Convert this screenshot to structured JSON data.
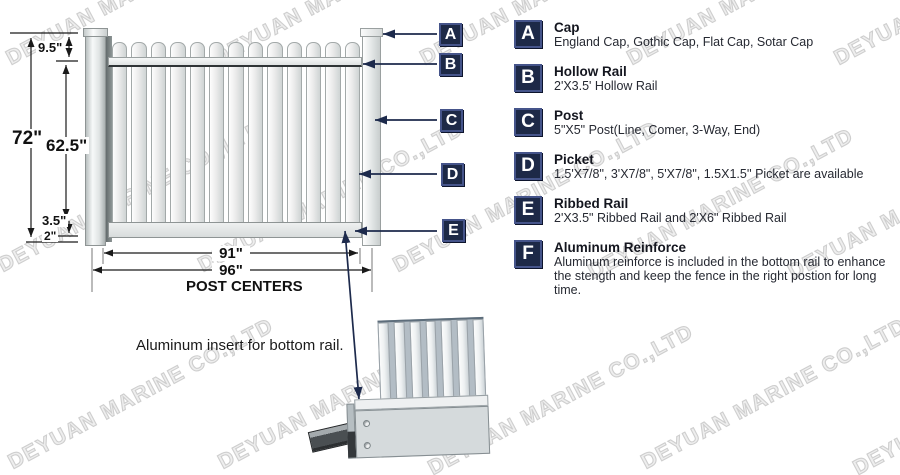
{
  "watermark": {
    "text": "DEYUAN MARINE CO.,LTD"
  },
  "diagram": {
    "callouts": [
      "A",
      "B",
      "C",
      "D",
      "E"
    ],
    "dims": {
      "overall_height": "72\"",
      "cap_span": "9.5\"",
      "panel_height": "62.5\"",
      "bottom_rail_height": "3.5\"",
      "ground_clearance": "2\"",
      "panel_width": "91\"",
      "post_center_width": "96\"",
      "post_centers_label": "POST CENTERS"
    },
    "insert_caption": "Aluminum insert for bottom rail."
  },
  "legend": {
    "items": [
      {
        "key": "A",
        "title": "Cap",
        "desc": "England Cap, Gothic Cap, Flat Cap, Sotar Cap"
      },
      {
        "key": "B",
        "title": "Hollow Rail",
        "desc": "2'X3.5' Hollow Rail"
      },
      {
        "key": "C",
        "title": "Post",
        "desc": "5\"X5\" Post(Line, Comer, 3-Way, End)"
      },
      {
        "key": "D",
        "title": "Picket",
        "desc": "1.5'X7/8\", 3'X7/8\", 5'X7/8\", 1.5X1.5'' Picket are available"
      },
      {
        "key": "E",
        "title": "Ribbed Rail",
        "desc": "2'X3.5\" Ribbed Rail and 2'X6\" Ribbed Rail"
      },
      {
        "key": "F",
        "title": "Aluminum Reinforce",
        "desc": "Aluminum reinforce is included in the bottom rail to enhance the stength and keep the fence in the right postion for long time."
      }
    ]
  }
}
